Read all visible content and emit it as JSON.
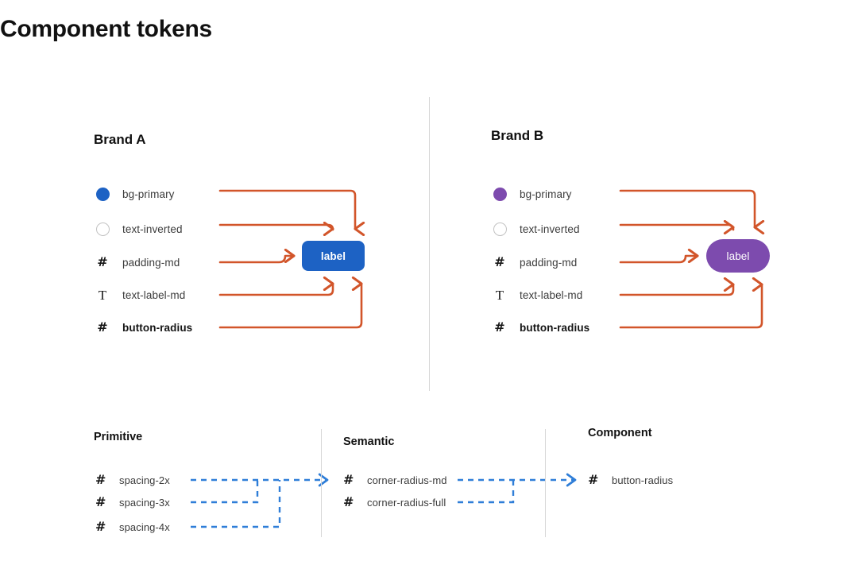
{
  "page": {
    "title": "Component tokens",
    "background": "#ffffff"
  },
  "colors": {
    "brand_a_primary": "#1d62c4",
    "brand_b_primary": "#7d4bae",
    "connector_orange": "#d2552a",
    "connector_blue": "#2f7ed8",
    "divider_gray": "#d7d7d7",
    "text_primary": "#141414",
    "text_secondary": "#3b3b3b"
  },
  "brands": [
    {
      "id": "brand-a",
      "heading": "Brand A",
      "button": {
        "label": "label",
        "shape": "rounded-rect",
        "fill": "#1d62c4"
      },
      "tokens": [
        {
          "icon": "color-swatch-filled-icon",
          "glyph": "",
          "label": "bg-primary",
          "bold": false,
          "swatch": "#1d62c4"
        },
        {
          "icon": "color-swatch-outline-icon",
          "glyph": "",
          "label": "text-inverted",
          "bold": false,
          "swatch": "#ffffff"
        },
        {
          "icon": "hash-icon",
          "glyph": "#",
          "label": "padding-md",
          "bold": false,
          "swatch": ""
        },
        {
          "icon": "type-icon",
          "glyph": "T",
          "label": "text-label-md",
          "bold": false,
          "swatch": ""
        },
        {
          "icon": "hash-icon",
          "glyph": "#",
          "label": "button-radius",
          "bold": true,
          "swatch": ""
        }
      ]
    },
    {
      "id": "brand-b",
      "heading": "Brand B",
      "button": {
        "label": "label",
        "shape": "pill",
        "fill": "#7d4bae"
      },
      "tokens": [
        {
          "icon": "color-swatch-filled-icon",
          "glyph": "",
          "label": "bg-primary",
          "bold": false,
          "swatch": "#7d4bae"
        },
        {
          "icon": "color-swatch-outline-icon",
          "glyph": "",
          "label": "text-inverted",
          "bold": false,
          "swatch": "#ffffff"
        },
        {
          "icon": "hash-icon",
          "glyph": "#",
          "label": "padding-md",
          "bold": false,
          "swatch": ""
        },
        {
          "icon": "type-icon",
          "glyph": "T",
          "label": "text-label-md",
          "bold": false,
          "swatch": ""
        },
        {
          "icon": "hash-icon",
          "glyph": "#",
          "label": "button-radius",
          "bold": true,
          "swatch": ""
        }
      ]
    }
  ],
  "tiers": {
    "primitive": {
      "heading": "Primitive",
      "rows": [
        {
          "glyph": "#",
          "label": "spacing-2x"
        },
        {
          "glyph": "#",
          "label": "spacing-3x"
        },
        {
          "glyph": "#",
          "label": "spacing-4x"
        }
      ]
    },
    "semantic": {
      "heading": "Semantic",
      "rows": [
        {
          "glyph": "#",
          "label": "corner-radius-md"
        },
        {
          "glyph": "#",
          "label": "corner-radius-full"
        }
      ]
    },
    "component": {
      "heading": "Component",
      "rows": [
        {
          "glyph": "#",
          "label": "button-radius"
        }
      ]
    }
  }
}
